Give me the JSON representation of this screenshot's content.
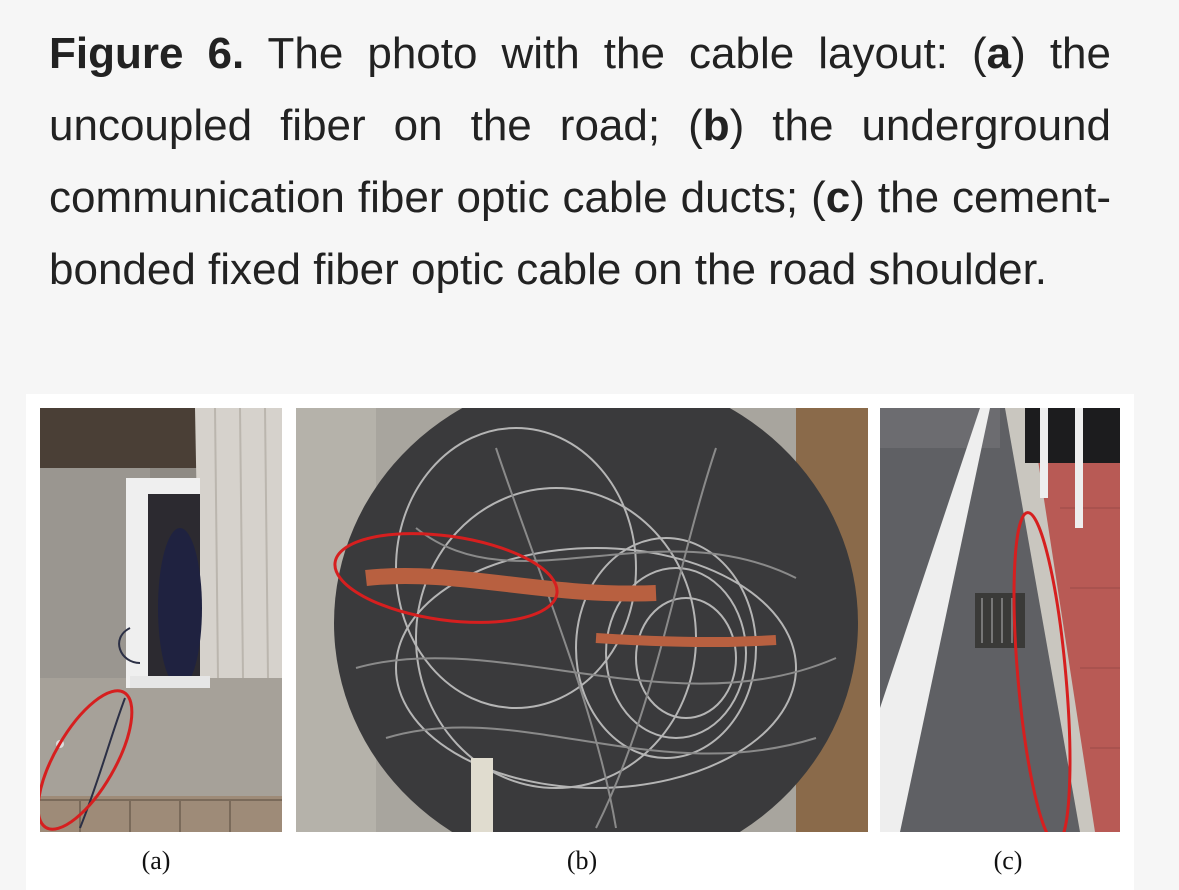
{
  "caption": {
    "lead": "Figure 6.",
    "part1": " The photo with the cable layout: (",
    "a": "a",
    "part2": ") the uncoupled fiber on the road; (",
    "b": "b",
    "part3": ") the underground communication fiber optic cable ducts; (",
    "c": "c",
    "part4": ") the cement-bonded fixed fiber optic cable on the road shoulder."
  },
  "panels": [
    {
      "label": "(a)"
    },
    {
      "label": "(b)"
    },
    {
      "label": "(c)"
    }
  ],
  "colors": {
    "highlight_ellipse": "#d61f1f",
    "background": "#f6f6f6"
  }
}
